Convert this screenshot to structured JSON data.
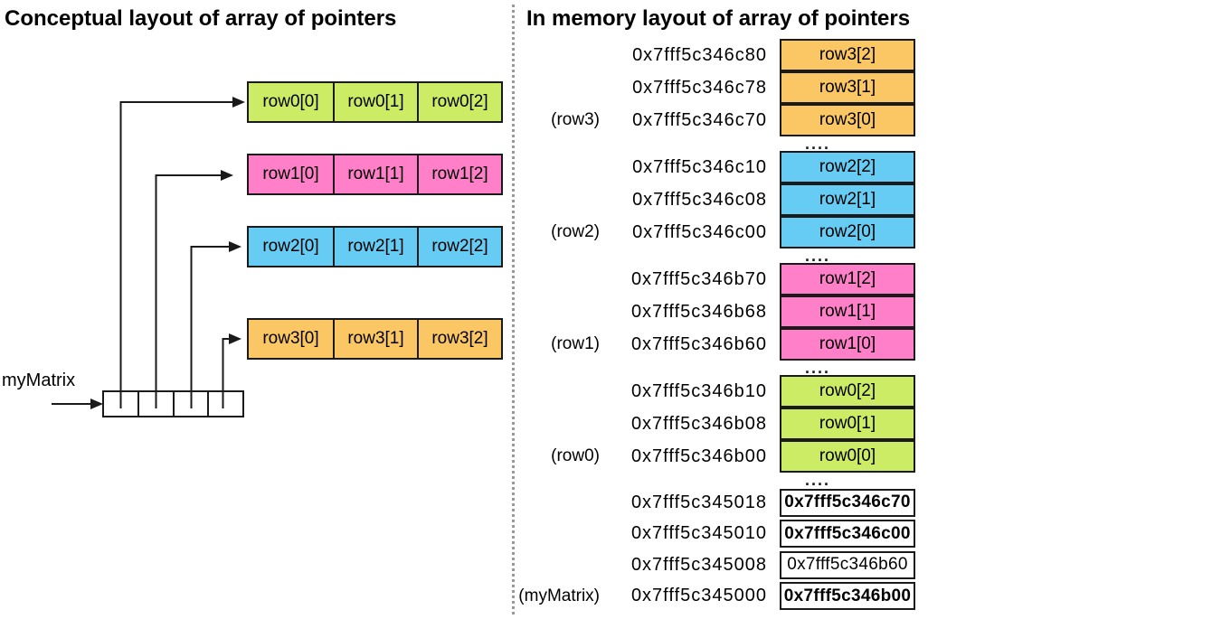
{
  "left_panel": {
    "title": "Conceptual layout of array of pointers",
    "matrix_label": "myMatrix",
    "matrix_cell_count": 4,
    "rows": [
      {
        "name": "row0",
        "color": "#cdec66",
        "cells": [
          "row0[0]",
          "row0[1]",
          "row0[2]"
        ]
      },
      {
        "name": "row1",
        "color": "#ff80c8",
        "cells": [
          "row1[0]",
          "row1[1]",
          "row1[2]"
        ]
      },
      {
        "name": "row2",
        "color": "#66ccf4",
        "cells": [
          "row2[0]",
          "row2[1]",
          "row2[2]"
        ]
      },
      {
        "name": "row3",
        "color": "#fbc765",
        "cells": [
          "row3[0]",
          "row3[1]",
          "row3[2]"
        ]
      }
    ]
  },
  "right_panel": {
    "title": "In memory layout of array of pointers",
    "dots": "....",
    "groups": [
      {
        "label": "(row3)",
        "color": "#fbc765",
        "dots_after": true,
        "rows": [
          {
            "address": "0x7fff5c346c80",
            "value": "row3[2]"
          },
          {
            "address": "0x7fff5c346c78",
            "value": "row3[1]"
          },
          {
            "address": "0x7fff5c346c70",
            "value": "row3[0]"
          }
        ]
      },
      {
        "label": "(row2)",
        "color": "#66ccf4",
        "dots_after": true,
        "rows": [
          {
            "address": "0x7fff5c346c10",
            "value": "row2[2]"
          },
          {
            "address": "0x7fff5c346c08",
            "value": "row2[1]"
          },
          {
            "address": "0x7fff5c346c00",
            "value": "row2[0]"
          }
        ]
      },
      {
        "label": "(row1)",
        "color": "#ff80c8",
        "dots_after": true,
        "rows": [
          {
            "address": "0x7fff5c346b70",
            "value": "row1[2]"
          },
          {
            "address": "0x7fff5c346b68",
            "value": "row1[1]"
          },
          {
            "address": "0x7fff5c346b60",
            "value": "row1[0]"
          }
        ]
      },
      {
        "label": "(row0)",
        "color": "#cdec66",
        "dots_after": true,
        "rows": [
          {
            "address": "0x7fff5c346b10",
            "value": "row0[2]"
          },
          {
            "address": "0x7fff5c346b08",
            "value": "row0[1]"
          },
          {
            "address": "0x7fff5c346b00",
            "value": "row0[0]"
          }
        ]
      },
      {
        "label": "(myMatrix)",
        "color": "#ffffff",
        "separate_boxes": true,
        "dots_after": false,
        "rows": [
          {
            "address": "0x7fff5c345018",
            "value": "0x7fff5c346c70",
            "bold": true
          },
          {
            "address": "0x7fff5c345010",
            "value": "0x7fff5c346c00",
            "bold": true
          },
          {
            "address": "0x7fff5c345008",
            "value": "0x7fff5c346b60",
            "bold": false
          },
          {
            "address": "0x7fff5c345000",
            "value": "0x7fff5c346b00",
            "bold": true
          }
        ]
      }
    ]
  },
  "colors": {
    "border": "#1a1a1a",
    "separator": "#999999",
    "text": "#000000",
    "background": "#ffffff"
  }
}
